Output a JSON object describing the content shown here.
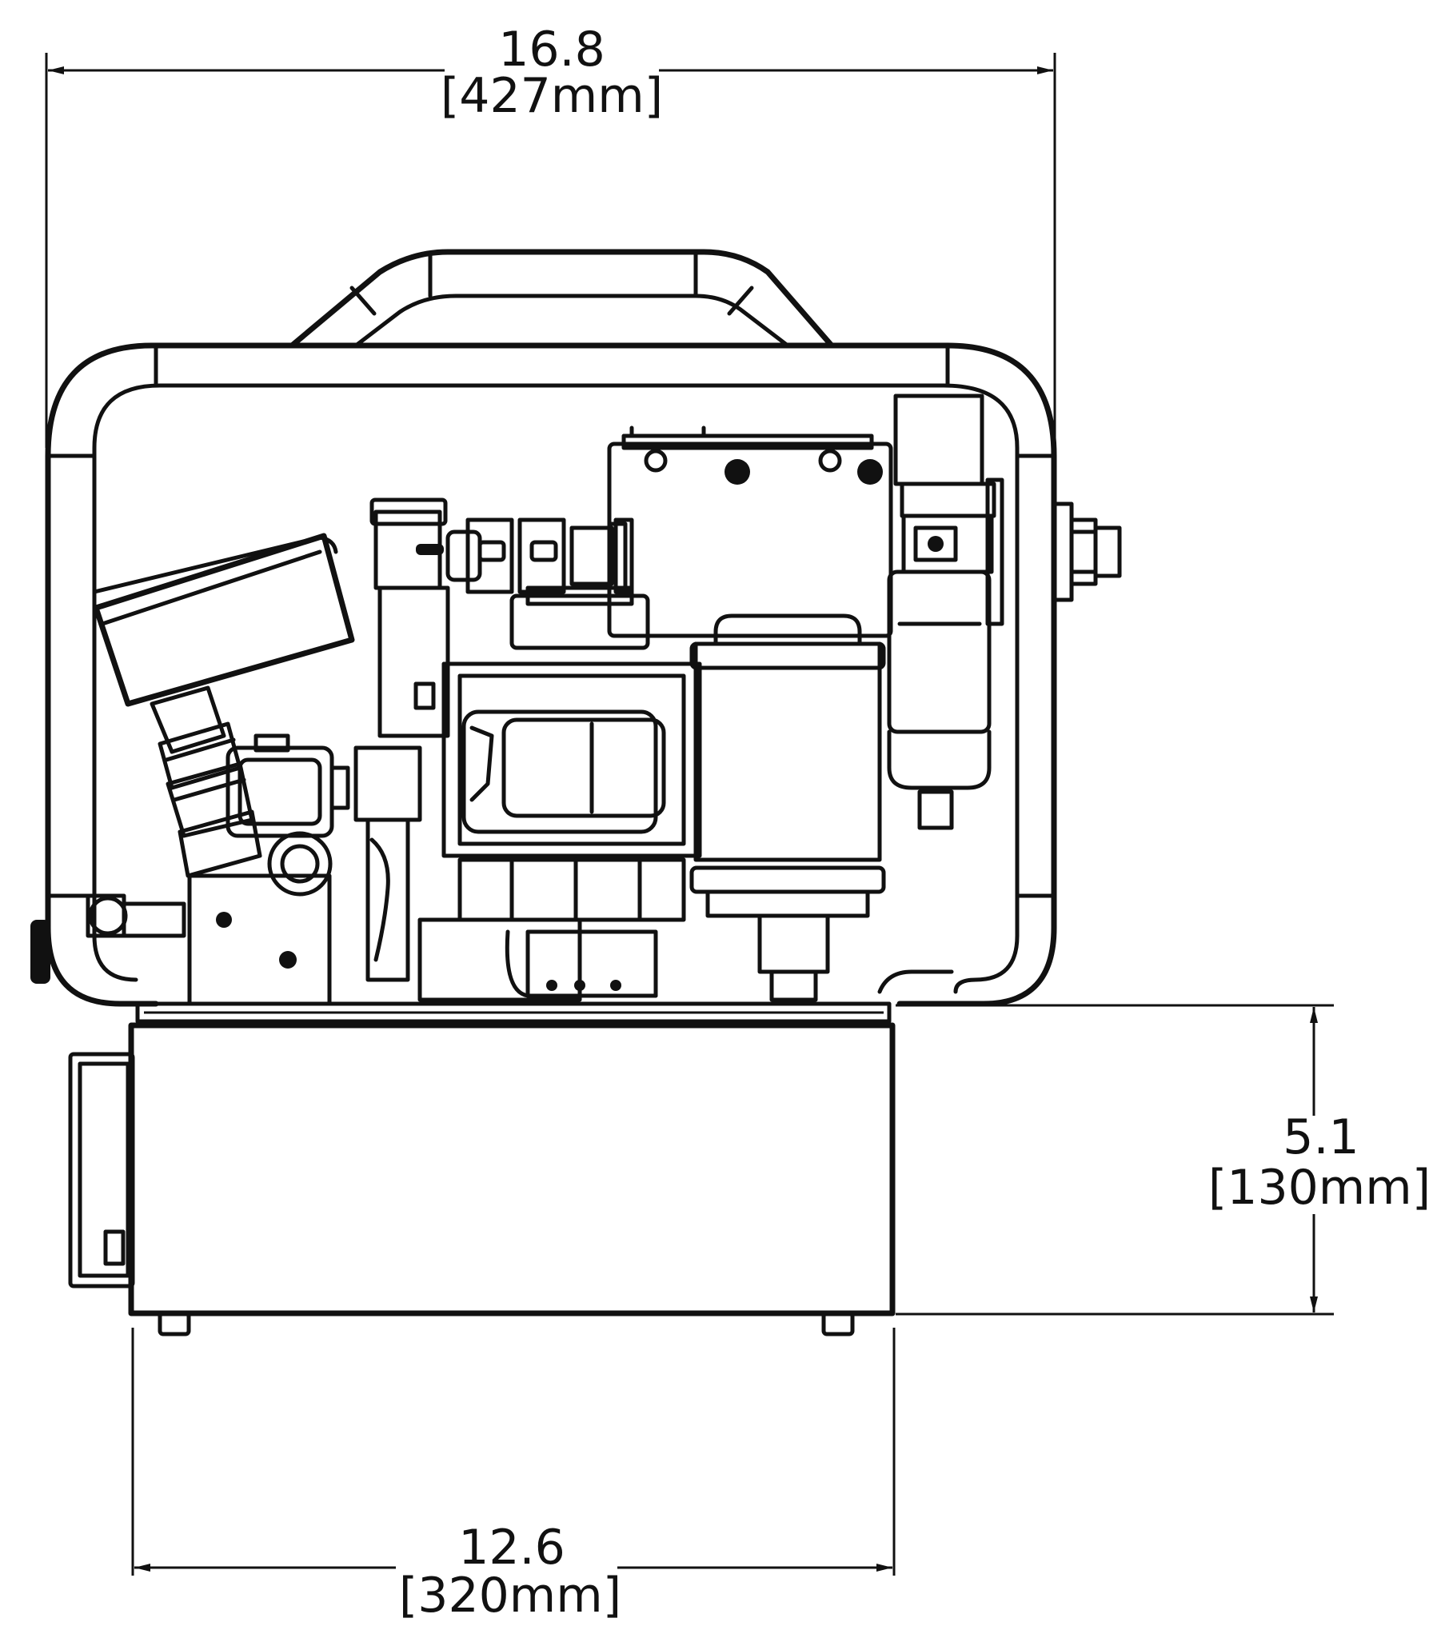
{
  "dimensions": {
    "width_top": {
      "value": "16.8",
      "metric": "[427mm]"
    },
    "height_right": {
      "value": "5.1",
      "metric": "[130mm]"
    },
    "width_bottom": {
      "value": "12.6",
      "metric": "[320mm]"
    }
  },
  "colors": {
    "line": "#111111",
    "background": "#ffffff"
  }
}
